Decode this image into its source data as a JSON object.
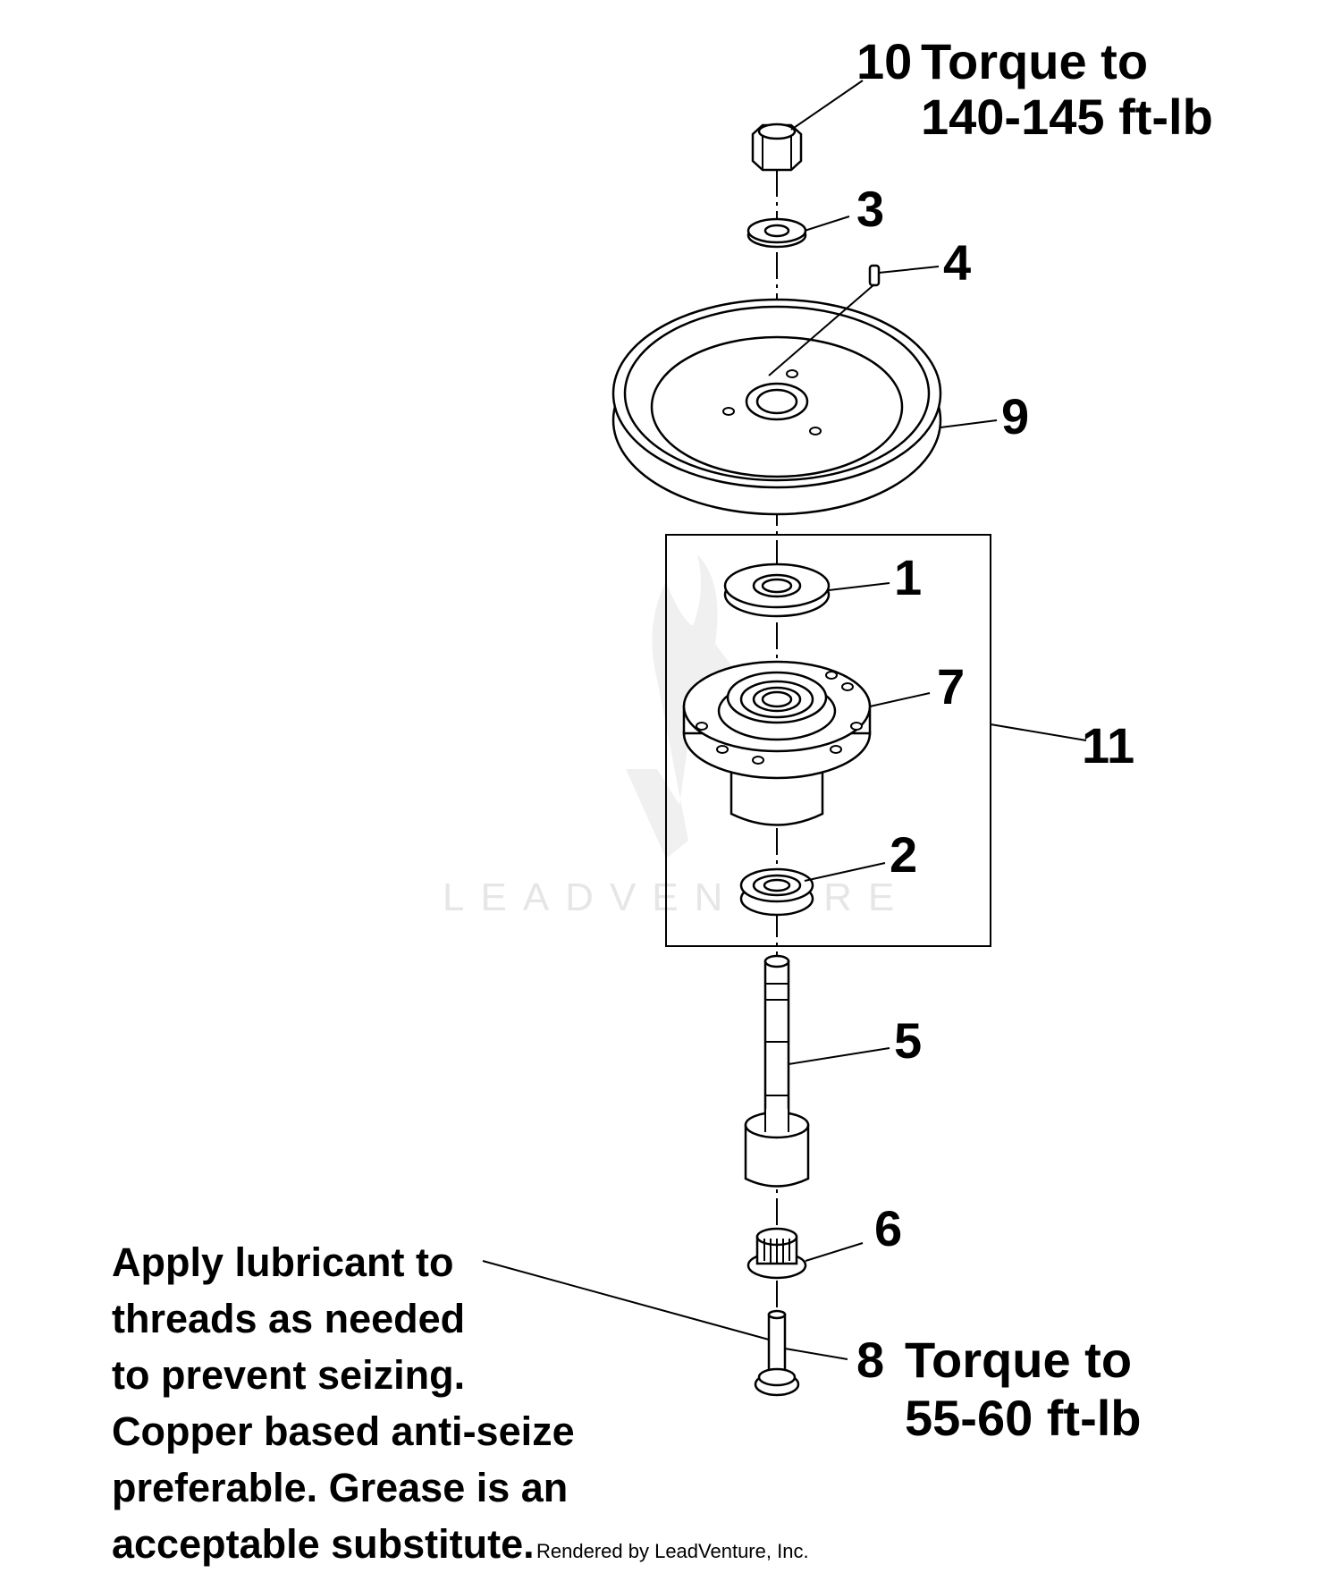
{
  "callouts": {
    "p10": "10",
    "p10_note_line1": "Torque to",
    "p10_note_line2": "140-145 ft-lb",
    "p3": "3",
    "p4": "4",
    "p9": "9",
    "p1": "1",
    "p7": "7",
    "p11": "11",
    "p2": "2",
    "p5": "5",
    "p6": "6",
    "p8": "8",
    "p8_note_line1": "Torque to",
    "p8_note_line2": "55-60 ft-lb"
  },
  "note": {
    "lines": [
      "Apply lubricant to",
      "threads as needed",
      "to prevent seizing.",
      "Copper based anti-seize",
      "preferable. Grease is an",
      "acceptable substitute."
    ]
  },
  "watermark": {
    "text": "LEADVENTURE"
  },
  "credit": {
    "text": "Rendered by LeadVenture, Inc."
  }
}
